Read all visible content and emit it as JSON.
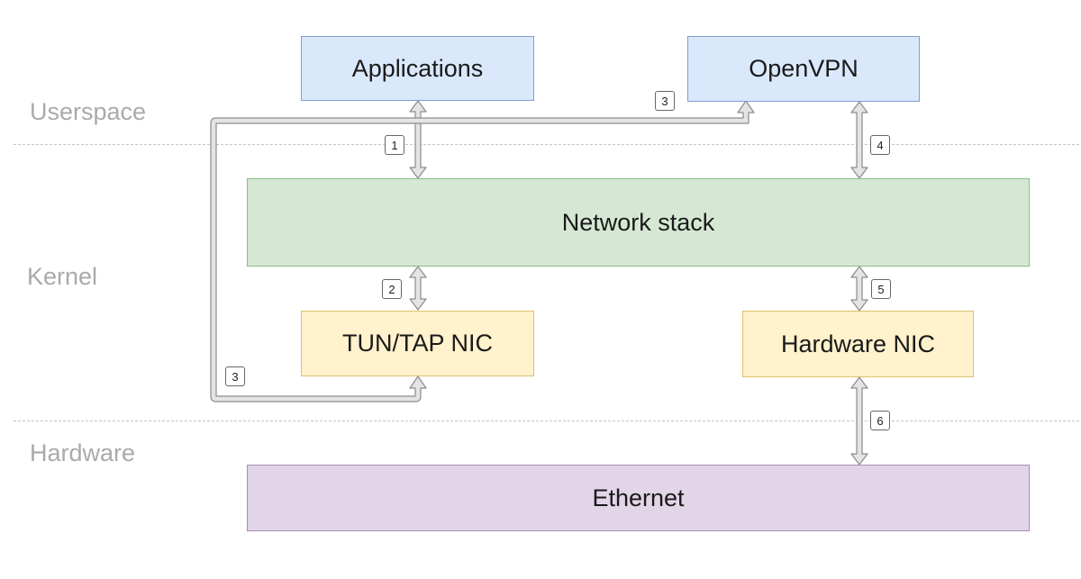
{
  "layers": {
    "userspace": "Userspace",
    "kernel": "Kernel",
    "hardware": "Hardware"
  },
  "components": {
    "applications": "Applications",
    "openvpn": "OpenVPN",
    "network_stack": "Network stack",
    "tun_tap_nic": "TUN/TAP NIC",
    "hardware_nic": "Hardware NIC",
    "ethernet": "Ethernet"
  },
  "steps": {
    "apps_to_stack": "1",
    "stack_to_tun": "2",
    "tun_to_openvpn_top": "3",
    "tun_to_openvpn_bottom": "3",
    "openvpn_to_stack": "4",
    "stack_to_hwnic": "5",
    "hwnic_to_ethernet": "6"
  },
  "colors": {
    "userspace_box_fill": "#dae8fc",
    "kernel_stack_fill": "#d5e8d4",
    "nic_fill": "#fff2cc",
    "ethernet_fill": "#e1d5e7",
    "arrow_stroke": "#8c8c8c",
    "arrow_fill": "#e4e4e4"
  }
}
